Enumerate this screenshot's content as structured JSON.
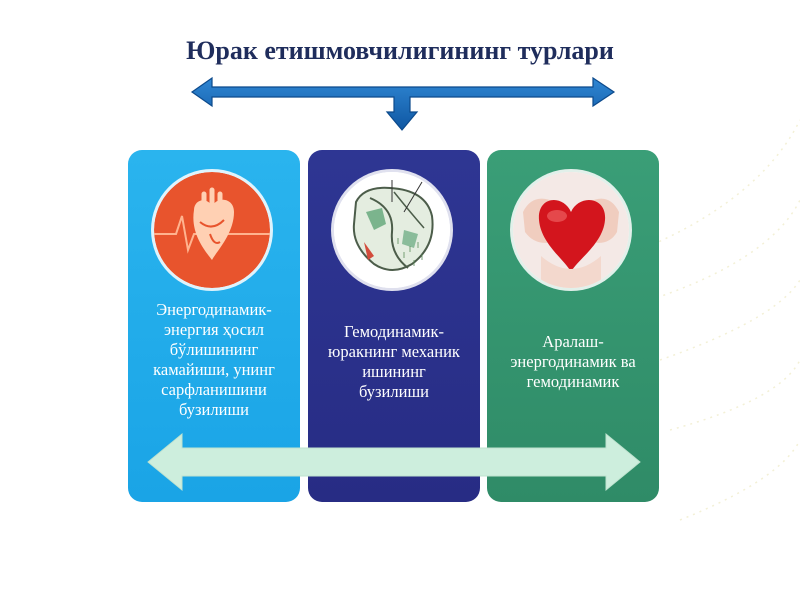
{
  "title": "Юрак етишмовчилигининг турлари",
  "colors": {
    "title": "#1f2d5c",
    "arrow_blue": "#1467b5",
    "arrow_green": "#cdeedd",
    "card_1": "#1fa9ea",
    "card_2": "#2a3089",
    "card_3": "#33936d"
  },
  "cards": [
    {
      "icon": "heart-anatomy-icon",
      "lines": [
        "Энергодинамик-",
        "энергия ҳосил",
        "бўлишининг",
        "камайиши, унинг",
        "сарфланишини",
        "бузилиши"
      ]
    },
    {
      "icon": "heart-diagram-icon",
      "lines": [
        "Гемодинамик-",
        "юракнинг механик",
        "ишининг",
        "бузилиши"
      ]
    },
    {
      "icon": "red-heart-hands-icon",
      "lines": [
        "Аралаш-",
        "энергодинамик ва",
        "гемодинамик"
      ]
    }
  ]
}
